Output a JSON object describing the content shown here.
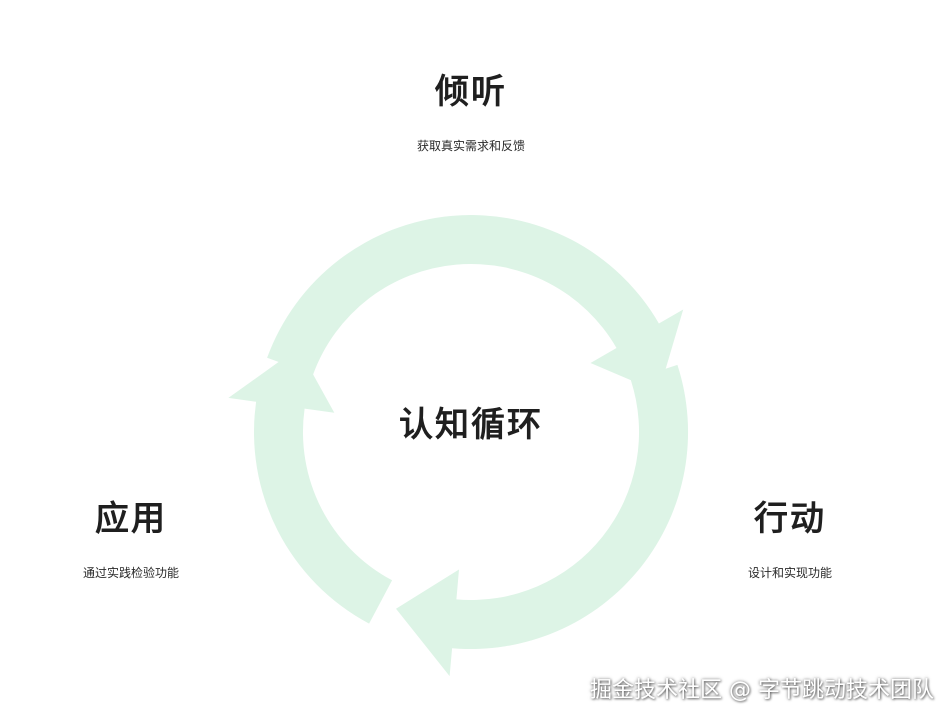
{
  "diagram": {
    "center_label": "认知循环",
    "arrow_color": "#ddf4e6",
    "text_color": "#1f1f1f",
    "nodes": [
      {
        "key": "top",
        "title": "倾听",
        "description": "获取真实需求和反馈"
      },
      {
        "key": "right",
        "title": "行动",
        "description": "设计和实现功能"
      },
      {
        "key": "left",
        "title": "应用",
        "description": "通过实践检验功能"
      }
    ]
  },
  "watermark": "掘金技术社区 @ 字节跳动技术团队"
}
